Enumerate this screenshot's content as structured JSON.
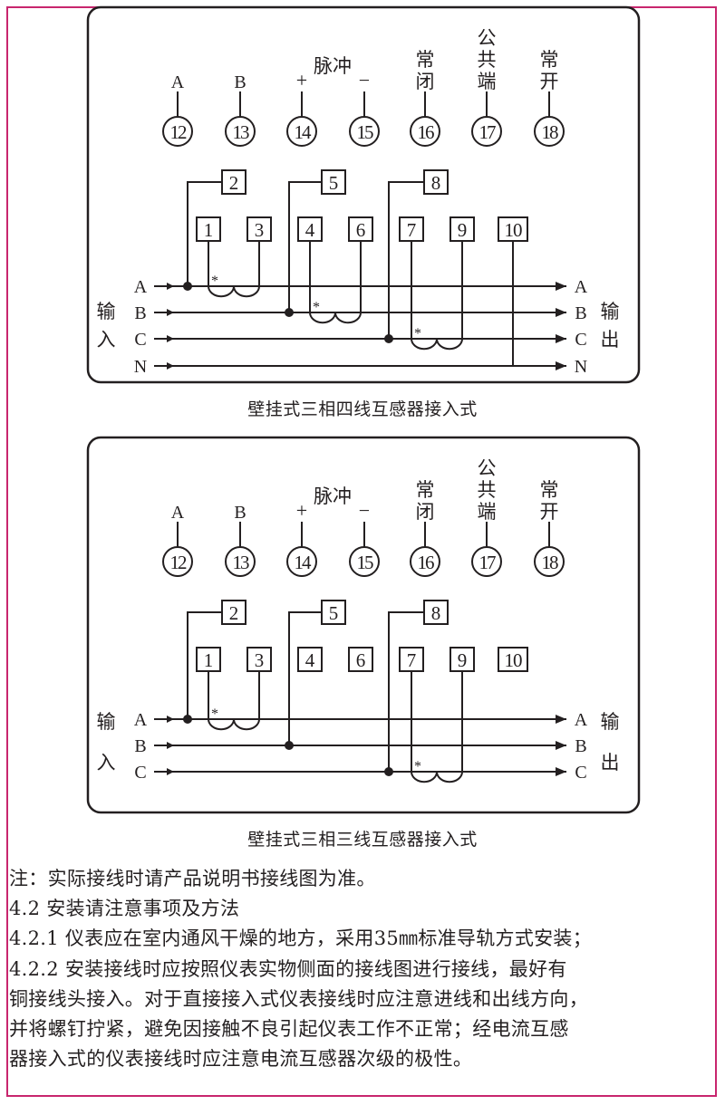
{
  "colors": {
    "frame_border": "#c8266e",
    "ink": "#231f20"
  },
  "diagrams": [
    {
      "caption": "壁挂式三相四线互感器接入式",
      "terminals_top": [
        {
          "num": "12",
          "label": "A"
        },
        {
          "num": "13",
          "label": "B"
        },
        {
          "num": "14",
          "label": "+"
        },
        {
          "num": "15",
          "label": "−"
        },
        {
          "num": "16",
          "label": "常闭"
        },
        {
          "num": "17",
          "label": "公共端"
        },
        {
          "num": "18",
          "label": "常开"
        }
      ],
      "pulse_label": "脉冲",
      "voltage_terminals": [
        "2",
        "5",
        "8"
      ],
      "current_terminals": [
        "1",
        "3",
        "4",
        "6",
        "7",
        "9",
        "10"
      ],
      "lines_in": [
        "A",
        "B",
        "C",
        "N"
      ],
      "lines_out": [
        "A",
        "B",
        "C",
        "N"
      ],
      "input_label": [
        "输",
        "入"
      ],
      "output_label": [
        "输",
        "出"
      ],
      "polarity_mark": "*"
    },
    {
      "caption": "壁挂式三相三线互感器接入式",
      "terminals_top": [
        {
          "num": "12",
          "label": "A"
        },
        {
          "num": "13",
          "label": "B"
        },
        {
          "num": "14",
          "label": "+"
        },
        {
          "num": "15",
          "label": "−"
        },
        {
          "num": "16",
          "label": "常闭"
        },
        {
          "num": "17",
          "label": "公共端"
        },
        {
          "num": "18",
          "label": "常开"
        }
      ],
      "pulse_label": "脉冲",
      "voltage_terminals": [
        "2",
        "5",
        "8"
      ],
      "current_terminals": [
        "1",
        "3",
        "4",
        "6",
        "7",
        "9",
        "10"
      ],
      "lines_in": [
        "A",
        "B",
        "C"
      ],
      "lines_out": [
        "A",
        "B",
        "C"
      ],
      "input_label": [
        "输",
        "入"
      ],
      "output_label": [
        "输",
        "出"
      ],
      "polarity_mark": "*"
    }
  ],
  "text": {
    "note": "注：实际接线时请产品说明书接线图为准。",
    "section_4_2": "4.2  安装请注意事项及方法",
    "item_4_2_1": "4.2.1  仪表应在室内通风干燥的地方，采用35㎜标准导轨方式安装；",
    "item_4_2_2_line1": "4.2.2  安装接线时应按照仪表实物侧面的接线图进行接线，最好有",
    "item_4_2_2_line2": "铜接线头接入。对于直接接入式仪表接线时应注意进线和出线方向，",
    "item_4_2_2_line3": "并将螺钉拧紧，避免因接触不良引起仪表工作不正常；经电流互感",
    "item_4_2_2_line4": "器接入式的仪表接线时应注意电流互感器次级的极性。"
  }
}
